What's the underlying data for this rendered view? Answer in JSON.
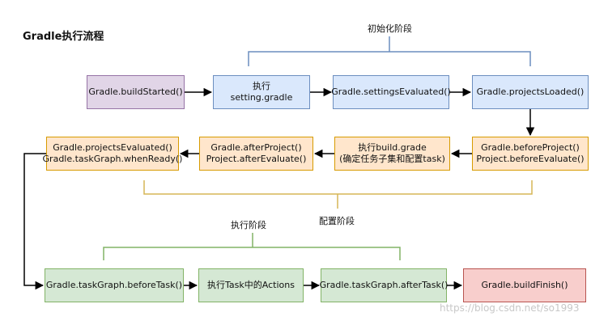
{
  "title": "Gradle执行流程",
  "phases": {
    "init": "初始化阶段",
    "config": "配置阶段",
    "exec": "执行阶段"
  },
  "nodes": {
    "build_started": "Gradle.buildStarted()",
    "exec_settings": "执行\nsetting.gradle",
    "settings_evaluated": "Gradle.settingsEvaluated()",
    "projects_loaded": "Gradle.projectsLoaded()",
    "before_project": "Gradle.beforeProject()\nProject.beforeEvaluate()",
    "exec_build": "执行build.grade\n(确定任务子集和配置task)",
    "after_project": "Gradle.afterProject()\nProject.afterEvaluate()",
    "projects_evaluated": "Gradle.projectsEvaluated()\nGradle.taskGraph.whenReady()",
    "before_task": "Gradle.taskGraph.beforeTask()",
    "exec_actions": "执行Task中的Actions",
    "after_task": "Gradle.taskGraph.afterTask()",
    "build_finish": "Gradle.buildFinish()"
  },
  "colors": {
    "purple_fill": "#e1d5e7",
    "purple_stroke": "#9673a6",
    "blue_fill": "#dae8fc",
    "blue_stroke": "#6c8ebf",
    "orange_fill": "#ffe6cc",
    "orange_stroke": "#d79b00",
    "green_fill": "#d5e8d4",
    "green_stroke": "#82b366",
    "red_fill": "#f8cecc",
    "red_stroke": "#b85450"
  },
  "watermark": "https://blog.csdn.net/so1993"
}
